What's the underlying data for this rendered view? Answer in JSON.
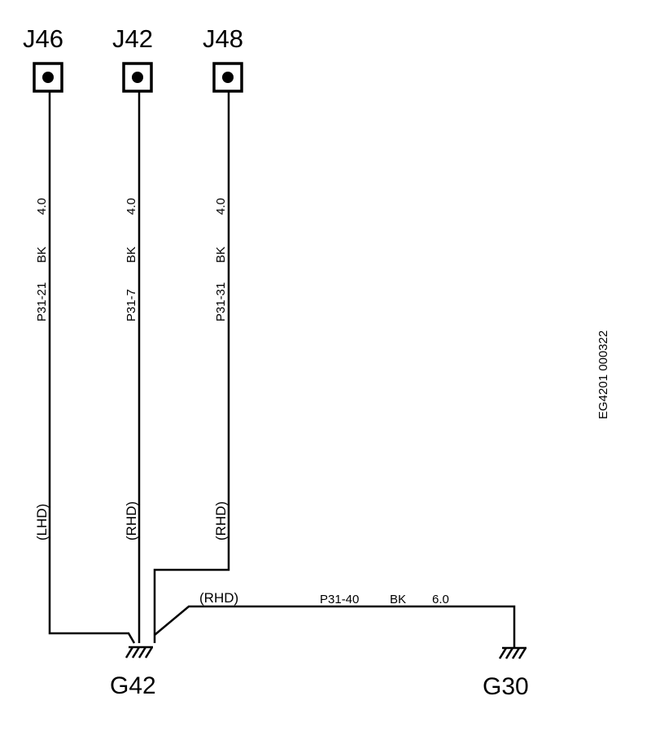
{
  "connectors": [
    {
      "id": "J46"
    },
    {
      "id": "J42"
    },
    {
      "id": "J48"
    }
  ],
  "wires": [
    {
      "circuit": "P31-21",
      "color": "BK",
      "size": "4.0",
      "variant": "(LHD)"
    },
    {
      "circuit": "P31-7",
      "color": "BK",
      "size": "4.0",
      "variant": "(RHD)"
    },
    {
      "circuit": "P31-31",
      "color": "BK",
      "size": "4.0",
      "variant": "(RHD)"
    }
  ],
  "ground_wire": {
    "variant": "(RHD)",
    "circuit": "P31-40",
    "color": "BK",
    "size": "6.0"
  },
  "grounds": [
    {
      "id": "G42"
    },
    {
      "id": "G30"
    }
  ],
  "figure_id": "EG4201 000322"
}
